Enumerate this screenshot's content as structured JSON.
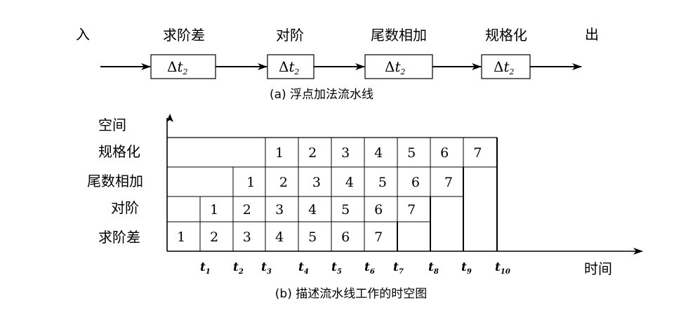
{
  "pipeline": {
    "input_label": "入",
    "output_label": "出",
    "stages": [
      {
        "name": "求阶差",
        "delay_main": "Δ",
        "delay_var": "t",
        "delay_sub": "2"
      },
      {
        "name": "对阶",
        "delay_main": "Δ",
        "delay_var": "t",
        "delay_sub": "2"
      },
      {
        "name": "尾数相加",
        "delay_main": "Δ",
        "delay_var": "t",
        "delay_sub": "2"
      },
      {
        "name": "规格化",
        "delay_main": "Δ",
        "delay_var": "t",
        "delay_sub": "2"
      }
    ],
    "caption": "(a)   浮点加法流水线"
  },
  "spacetime": {
    "y_axis_label": "空间",
    "x_axis_label": "时间",
    "rows": [
      {
        "label": "规格化",
        "cells": [
          "1",
          "2",
          "3",
          "4",
          "5",
          "6",
          "7"
        ]
      },
      {
        "label": "尾数相加",
        "cells": [
          "1",
          "2",
          "3",
          "4",
          "5",
          "6",
          "7"
        ]
      },
      {
        "label": "对阶",
        "cells": [
          "1",
          "2",
          "3",
          "4",
          "5",
          "6",
          "7"
        ]
      },
      {
        "label": "求阶差",
        "cells": [
          "1",
          "2",
          "3",
          "4",
          "5",
          "6",
          "7"
        ]
      }
    ],
    "ticks": [
      {
        "var": "t",
        "sub": "1"
      },
      {
        "var": "t",
        "sub": "2"
      },
      {
        "var": "t",
        "sub": "3"
      },
      {
        "var": "t",
        "sub": "4"
      },
      {
        "var": "t",
        "sub": "5"
      },
      {
        "var": "t",
        "sub": "6"
      },
      {
        "var": "t",
        "sub": "7"
      },
      {
        "var": "t",
        "sub": "8"
      },
      {
        "var": "t",
        "sub": "9"
      },
      {
        "var": "t",
        "sub": "10"
      }
    ],
    "caption": "(b)   描述流水线工作的时空图"
  }
}
